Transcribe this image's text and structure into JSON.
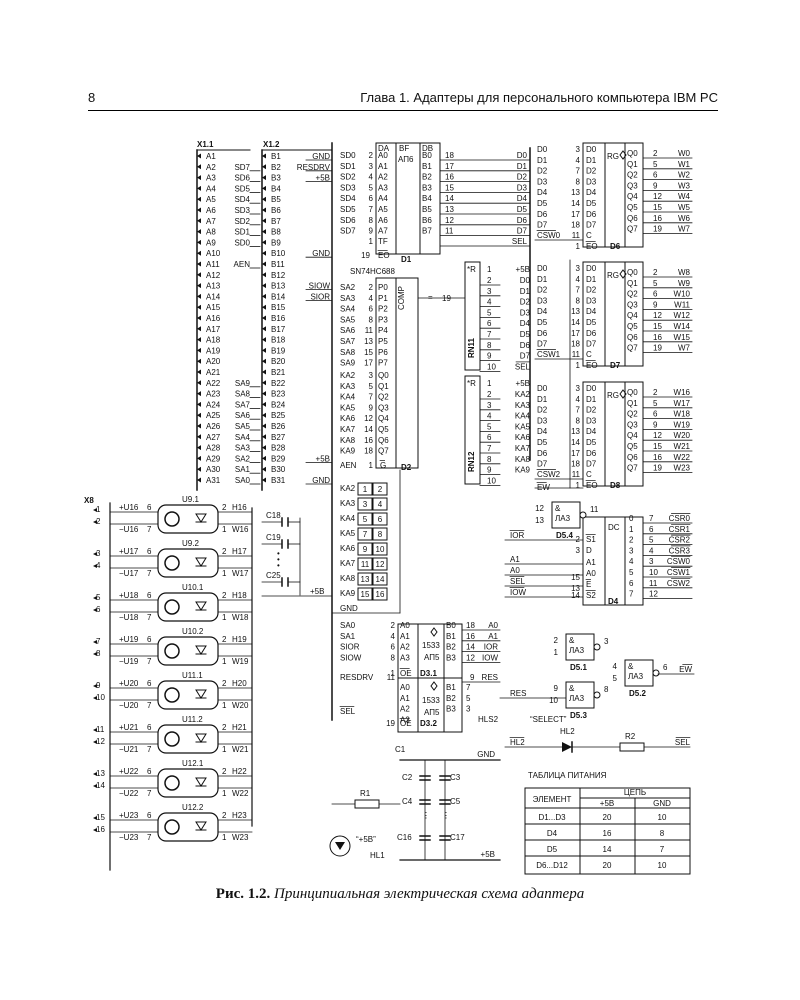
{
  "header": {
    "page_number": "8",
    "chapter_title": "Глава 1. Адаптеры для персонального компьютера IBM PC"
  },
  "connector_x11": {
    "title": "X1.1",
    "pins": [
      "A1",
      "A2",
      "A3",
      "A4",
      "A5",
      "A6",
      "A7",
      "A8",
      "A9",
      "A10",
      "A11",
      "A12",
      "A13",
      "A14",
      "A15",
      "A16",
      "A17",
      "A18",
      "A19",
      "A20",
      "A21",
      "A22",
      "A23",
      "A24",
      "A25",
      "A26",
      "A27",
      "A28",
      "A29",
      "A30",
      "A31"
    ],
    "signals": [
      "",
      "SD7",
      "SD6",
      "SD5",
      "SD4",
      "SD3",
      "SD2",
      "SD1",
      "SD0",
      "",
      "AEN",
      "",
      "",
      "",
      "",
      "",
      "",
      "",
      "",
      "",
      "",
      "SA9",
      "SA8",
      "SA7",
      "SA6",
      "SA5",
      "SA4",
      "SA3",
      "SA2",
      "SA1",
      "SA0"
    ]
  },
  "connector_x12": {
    "title": "X1.2",
    "pins": [
      "B1",
      "B2",
      "B3",
      "B4",
      "B5",
      "B6",
      "B7",
      "B8",
      "B9",
      "B10",
      "B11",
      "B12",
      "B13",
      "B14",
      "B15",
      "B16",
      "B17",
      "B18",
      "B19",
      "B20",
      "B21",
      "B22",
      "B23",
      "B24",
      "B25",
      "B26",
      "B27",
      "B28",
      "B29",
      "B30",
      "B31"
    ],
    "signals": [
      "GND",
      "RESDRV",
      "+5B",
      "",
      "",
      "",
      "",
      "",
      "",
      "GND",
      "",
      "",
      "SIOW",
      "SIOR",
      "",
      "",
      "",
      "",
      "",
      "",
      "",
      "",
      "",
      "",
      "",
      "",
      "",
      "",
      "+5B",
      "",
      "GND"
    ]
  },
  "d1": {
    "inputs": [
      "SD0",
      "SD1",
      "SD2",
      "SD3",
      "SD4",
      "SD5",
      "SD6",
      "SD7"
    ],
    "in_pins": [
      "2",
      "3",
      "4",
      "5",
      "6",
      "7",
      "8",
      "9"
    ],
    "a_labels": [
      "A0",
      "A1",
      "A2",
      "A3",
      "A4",
      "A5",
      "A6",
      "A7"
    ],
    "head": [
      "DA",
      "BF",
      "DB"
    ],
    "chip": "АП6",
    "b_labels": [
      "B0",
      "B1",
      "B2",
      "B3",
      "B4",
      "B5",
      "B6",
      "B7"
    ],
    "out_pins": [
      "18",
      "17",
      "16",
      "15",
      "14",
      "13",
      "12",
      "11"
    ],
    "outputs": [
      "D0",
      "D1",
      "D2",
      "D3",
      "D4",
      "D5",
      "D6",
      "D7"
    ],
    "tf_pin": "1",
    "tf": "TF",
    "eo_pin": "19",
    "eo": "EO",
    "name": "D1",
    "sel": "SEL"
  },
  "d2": {
    "part": "SN74HC688",
    "comp": "COMP",
    "sa_inputs": [
      "SA2",
      "SA3",
      "SA4",
      "SA5",
      "SA6",
      "SA7",
      "SA8",
      "SA9"
    ],
    "sa_pins": [
      "2",
      "4",
      "6",
      "8",
      "11",
      "13",
      "15",
      "17"
    ],
    "p_labels": [
      "P0",
      "P1",
      "P2",
      "P3",
      "P4",
      "P5",
      "P6",
      "P7"
    ],
    "ka_inputs": [
      "KA2",
      "KA3",
      "KA4",
      "KA5",
      "KA6",
      "KA7",
      "KA8",
      "KA9"
    ],
    "ka_pins": [
      "3",
      "5",
      "7",
      "9",
      "12",
      "14",
      "16",
      "18"
    ],
    "q_labels": [
      "Q0",
      "Q1",
      "Q2",
      "Q3",
      "Q4",
      "Q5",
      "Q6",
      "Q7"
    ],
    "aen": "AEN",
    "aen_pin": "1",
    "g": "G",
    "eq": "=",
    "out_pin": "19",
    "name": "D2"
  },
  "rn11": {
    "star": "*R",
    "top_pin": "1",
    "top": "+5B",
    "pins": [
      "2",
      "3",
      "4",
      "5",
      "6",
      "7",
      "8",
      "9",
      "10"
    ],
    "labels": [
      "D0",
      "D1",
      "D2",
      "D3",
      "D4",
      "D5",
      "D6",
      "D7",
      "SEL"
    ],
    "name": "RN11"
  },
  "rn12": {
    "star": "*R",
    "top_pin": "1",
    "top": "+5B",
    "pins": [
      "2",
      "3",
      "4",
      "5",
      "6",
      "7",
      "8",
      "9",
      "10"
    ],
    "labels": [
      "KA2",
      "KA3",
      "KA4",
      "KA5",
      "KA6",
      "KA7",
      "KA8",
      "KA9",
      ""
    ],
    "name": "RN12"
  },
  "registers": [
    {
      "name": "D6",
      "csw": "CSW0",
      "w_pins": [
        "2",
        "5",
        "6",
        "9",
        "12",
        "15",
        "16",
        "19"
      ],
      "w": [
        "W0",
        "W1",
        "W2",
        "W3",
        "W4",
        "W5",
        "W6",
        "W7"
      ]
    },
    {
      "name": "D7",
      "csw": "CSW1",
      "w_pins": [
        "2",
        "5",
        "6",
        "9",
        "12",
        "15",
        "16",
        "19"
      ],
      "w": [
        "W8",
        "W9",
        "W10",
        "W11",
        "W12",
        "W14",
        "W15",
        "W7"
      ]
    },
    {
      "name": "D8",
      "csw": "CSW2",
      "w_pins": [
        "2",
        "5",
        "6",
        "9",
        "12",
        "15",
        "16",
        "19"
      ],
      "w": [
        "W16",
        "W17",
        "W18",
        "W19",
        "W20",
        "W21",
        "W22",
        "W23"
      ]
    }
  ],
  "reg_common": {
    "d_in": [
      "D0",
      "D1",
      "D2",
      "D3",
      "D4",
      "D5",
      "D6",
      "D7"
    ],
    "d_pins": [
      "3",
      "4",
      "7",
      "8",
      "13",
      "14",
      "17",
      "18"
    ],
    "d_labels": [
      "D0",
      "D1",
      "D2",
      "D3",
      "D4",
      "D5",
      "D6",
      "D7"
    ],
    "q_labels": [
      "Q0",
      "Q1",
      "Q2",
      "Q3",
      "Q4",
      "Q5",
      "Q6",
      "Q7"
    ],
    "rg": "RG",
    "c": "C",
    "eo": "EO",
    "c_pin": "11",
    "eo_pin": "1",
    "ew": "EW"
  },
  "jumpers": {
    "labels": [
      "KA2",
      "KA3",
      "KA4",
      "KA5",
      "KA6",
      "KA7",
      "KA8",
      "KA9"
    ],
    "left": [
      "1",
      "3",
      "5",
      "7",
      "9",
      "11",
      "13",
      "15"
    ],
    "right": [
      "2",
      "4",
      "6",
      "8",
      "10",
      "12",
      "14",
      "16"
    ],
    "gnd": "GND"
  },
  "capacitors_left": {
    "c18": "C18",
    "c19": "C19",
    "c25": "C25",
    "plus5": "+5B"
  },
  "x8": {
    "title": "X8",
    "channels": [
      {
        "p1": "1",
        "p2": "2",
        "uin": "+U16",
        "uout": "−U16",
        "name": "U9.1",
        "h": "H16",
        "w": "W16"
      },
      {
        "p1": "3",
        "p2": "4",
        "uin": "+U17",
        "uout": "−U17",
        "name": "U9.2",
        "h": "H17",
        "w": "W17"
      },
      {
        "p1": "5",
        "p2": "6",
        "uin": "+U18",
        "uout": "−U18",
        "name": "U10.1",
        "h": "H18",
        "w": "W18"
      },
      {
        "p1": "7",
        "p2": "8",
        "uin": "+U19",
        "uout": "−U19",
        "name": "U10.2",
        "h": "H19",
        "w": "W19"
      },
      {
        "p1": "9",
        "p2": "10",
        "uin": "+U20",
        "uout": "−U20",
        "name": "U11.1",
        "h": "H20",
        "w": "W20"
      },
      {
        "p1": "11",
        "p2": "12",
        "uin": "+U21",
        "uout": "−U21",
        "name": "U11.2",
        "h": "H21",
        "w": "W21"
      },
      {
        "p1": "13",
        "p2": "14",
        "uin": "+U22",
        "uout": "−U22",
        "name": "U12.1",
        "h": "H22",
        "w": "W22"
      },
      {
        "p1": "15",
        "p2": "16",
        "uin": "+U23",
        "uout": "−U23",
        "name": "U12.2",
        "h": "H23",
        "w": "W23"
      }
    ],
    "opto_in_pins": [
      "6",
      "7"
    ],
    "opto_out_pins": [
      "2",
      "1"
    ]
  },
  "d3": {
    "in_labels": [
      "SA0",
      "SA1",
      "SIOR",
      "SIOW"
    ],
    "in_pins": [
      "2",
      "4",
      "6",
      "8"
    ],
    "a_labels": [
      "A0",
      "A1",
      "A2",
      "A3"
    ],
    "chip": "1533",
    "chip2": "АП5",
    "b_labels": [
      "B0",
      "B1",
      "B2",
      "B3"
    ],
    "out_pins": [
      "18",
      "16",
      "14",
      "12"
    ],
    "outputs": [
      "A0",
      "A1",
      "IOR",
      "IOW"
    ],
    "oe": "OE",
    "oe_pin": "1",
    "d31": "D3.1",
    "d32": "D3.2",
    "resdrv": "RESDRV",
    "res_in_pin": "11",
    "res_out_pin": "9",
    "res": "RES",
    "sel": "SEL",
    "sel_pin": "19",
    "hls2": "HLS2",
    "b_pins2": [
      "7",
      "5",
      "3"
    ]
  },
  "d4": {
    "dc": "DC",
    "in_labels": [
      "S1",
      "D",
      "A1",
      "A0",
      "E",
      "S2"
    ],
    "in_pins": [
      "2",
      "3",
      "15",
      "13",
      "14"
    ],
    "ior": "IOR",
    "a1": "A1",
    "a0": "A0",
    "sel": "SEL",
    "iow": "IOW",
    "out_pins": [
      "7",
      "6",
      "5",
      "4",
      "3",
      "10",
      "11",
      "12"
    ],
    "out_idx": [
      "0",
      "1",
      "2",
      "3",
      "4",
      "5",
      "6",
      "7"
    ],
    "outputs": [
      "CSR0",
      "CSR1",
      "CSR2",
      "CSR3",
      "CSW0",
      "CSW1",
      "CSW2",
      ""
    ],
    "name": "D4"
  },
  "d5": {
    "amp": "&",
    "la3": "ЛА3",
    "d54": "D5.4",
    "d54_pins": [
      "12",
      "13",
      "11"
    ],
    "d51": "D5.1",
    "d51_pins": [
      "2",
      "1",
      "3"
    ],
    "d52": "D5.2",
    "d52_pins": [
      "4",
      "5",
      "6"
    ],
    "d53": "D5.3",
    "d53_pins": [
      "9",
      "10",
      "8"
    ],
    "ew": "EW",
    "res": "RES"
  },
  "hl2": {
    "select": "“SELECT”",
    "name": "HL2",
    "r2": "R2",
    "hl2_sig": "HL2",
    "sel": "SEL"
  },
  "power": {
    "c1": "C1",
    "c2": "C2",
    "c3": "C3",
    "c4": "C4",
    "c5": "C5",
    "c16": "C16",
    "c17": "C17",
    "r1": "R1",
    "plus5_label": "“+5B”",
    "hl1": "HL1",
    "gnd": "GND",
    "plus5": "+5B"
  },
  "power_table": {
    "title": "ТАБЛИЦА ПИТАНИЯ",
    "col_element": "ЭЛЕМЕНТ",
    "col_circuit": "ЦЕПЬ",
    "col_plus": "+5B",
    "col_gnd": "GND",
    "rows": [
      {
        "element": "D1...D3",
        "plus": "20",
        "gnd": "10"
      },
      {
        "element": "D4",
        "plus": "16",
        "gnd": "8"
      },
      {
        "element": "D5",
        "plus": "14",
        "gnd": "7"
      },
      {
        "element": "D6...D12",
        "plus": "20",
        "gnd": "10"
      }
    ]
  },
  "caption": {
    "label": "Рис. 1.2.",
    "text": "Принципиальная электрическая схема адаптера"
  }
}
